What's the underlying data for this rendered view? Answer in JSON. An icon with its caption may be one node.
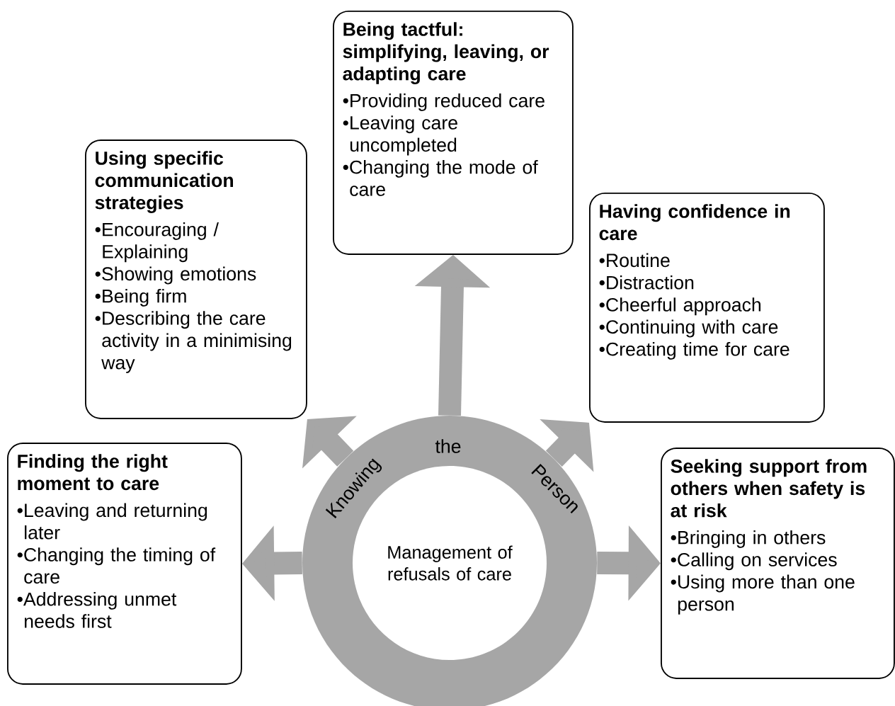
{
  "diagram": {
    "nodes": [
      {
        "text": [
          "Being tactful: simplifying, leaving, or adapting care",
          "•Providing reduced care",
          "•Leaving care uncompleted",
          "•Changing the mode of care"
        ]
      },
      {
        "text": [
          "Using specific communication strategies",
          "•Encouraging / Explaining",
          "•Showing emotions",
          "•Being firm",
          "•Describing the care activity in a minimising way"
        ]
      },
      {
        "text": [
          "Having confidence in care",
          "•Routine",
          "•Distraction",
          "•Cheerful approach",
          "•Continuing with care",
          "•Creating time for care"
        ]
      },
      {
        "text": [
          "Knowing",
          "the",
          "Person"
        ]
      },
      {
        "text": [
          "Management of refusals of care"
        ],
        "in": 3
      },
      {
        "text": [
          "Finding the right moment to care",
          "•Leaving and returning later",
          "•Changing the timing of care",
          "•Addressing unmet needs first"
        ]
      },
      {
        "text": [
          "Seeking support from others when safety is at risk",
          "•Bringing in others",
          "•Calling on services",
          "•Using more than one person"
        ]
      }
    ],
    "edges": [
      {
        "from": 3,
        "to": 0,
        "arrow": "to"
      },
      {
        "from": 3,
        "to": 1,
        "arrow": "to"
      },
      {
        "from": 3,
        "to": 2,
        "arrow": "to"
      },
      {
        "from": 3,
        "to": 5,
        "arrow": "to"
      },
      {
        "from": 3,
        "to": 6,
        "arrow": "to"
      }
    ]
  }
}
